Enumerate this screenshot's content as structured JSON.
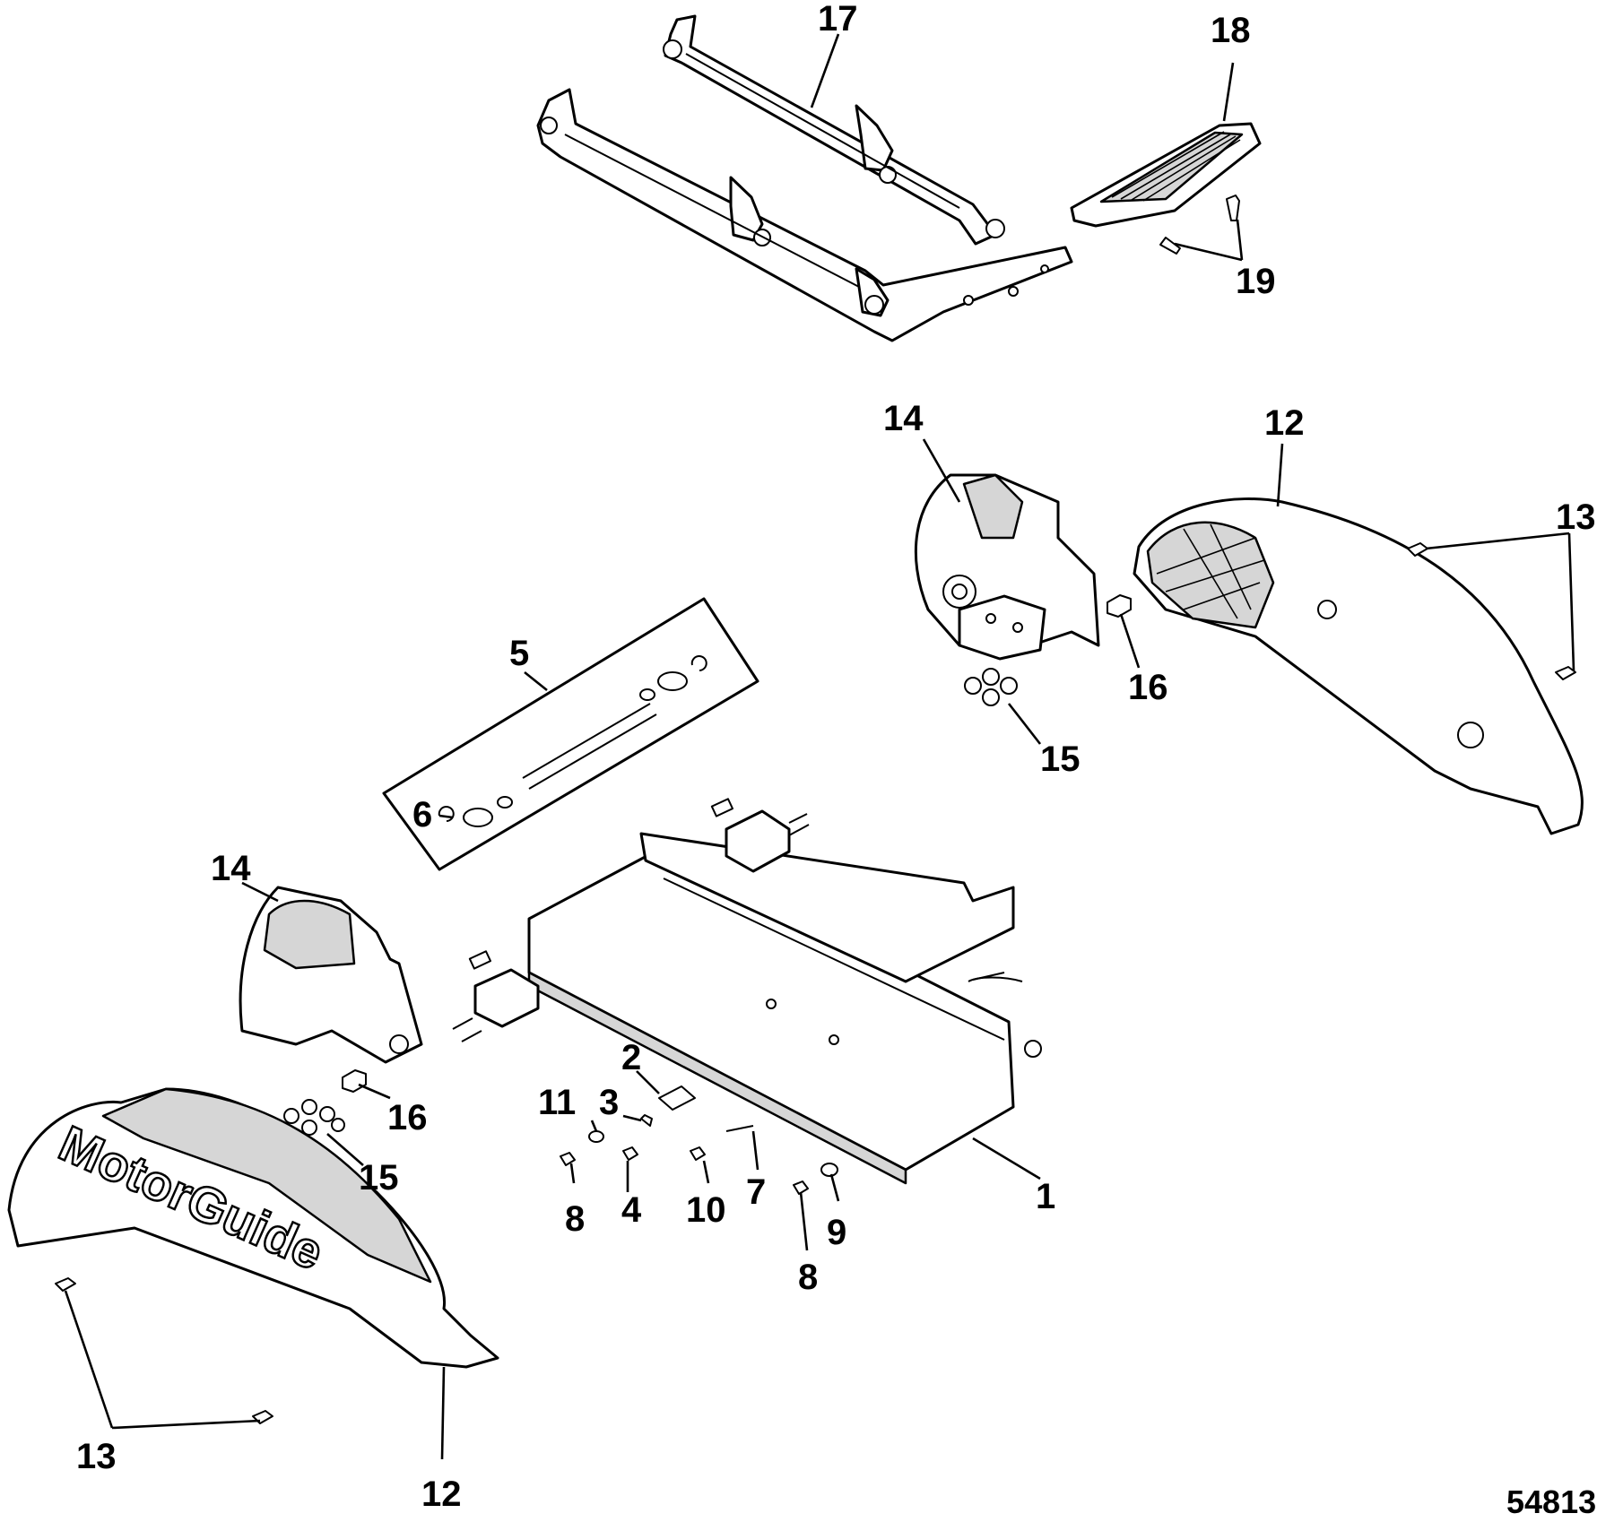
{
  "figure_number": "54813",
  "brand_logo": "MotorGuide",
  "callouts": {
    "c1": "1",
    "c2": "2",
    "c3": "3",
    "c4": "4",
    "c5": "5",
    "c6": "6",
    "c7": "7",
    "c8a": "8",
    "c8b": "8",
    "c9": "9",
    "c10": "10",
    "c11": "11",
    "c12a": "12",
    "c12b": "12",
    "c13a": "13",
    "c13b": "13",
    "c14a": "14",
    "c14b": "14",
    "c15a": "15",
    "c15b": "15",
    "c16a": "16",
    "c16b": "16",
    "c17": "17",
    "c18": "18",
    "c19": "19"
  }
}
